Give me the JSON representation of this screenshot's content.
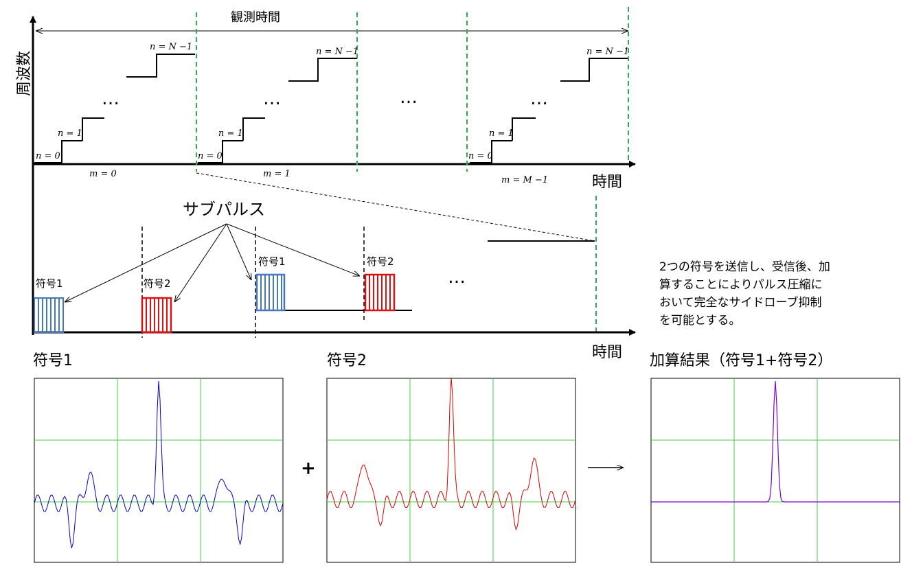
{
  "top": {
    "observation_label": "観測時間",
    "y_axis_label": "周波数",
    "x_axis_label": "時間",
    "step_labels": {
      "n0": "n = 0",
      "n1": "n = 1",
      "nN": "n = N −1"
    },
    "m_labels": [
      "m = 0",
      "m = 1",
      "m = M −1"
    ],
    "ellipsis": "…"
  },
  "middle": {
    "subpulse_label": "サブパルス",
    "x_axis_label": "時間",
    "code1_label": "符号1",
    "code2_label": "符号2",
    "ellipsis": "…"
  },
  "note": {
    "lines": [
      "2つの符号を送信し、受信後、加",
      "算することによりパルス圧縮に",
      "おいて完全なサイドローブ抑制",
      "を可能とする。"
    ]
  },
  "bottom": {
    "title1": "符号1",
    "title2": "符号2",
    "title3": "加算結果（符号1+符号2）",
    "plus": "+",
    "colors": {
      "code1": "#0000cc",
      "code2": "#dd0000",
      "sum": "#7a00cc",
      "grid": "#33cc33"
    }
  }
}
